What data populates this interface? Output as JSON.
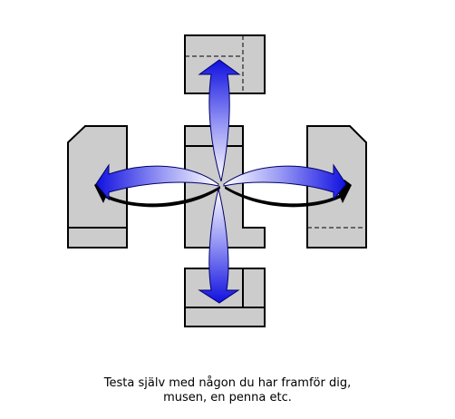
{
  "caption": {
    "line1": "Testa själv med någon du har framför dig,",
    "line2": "musen, en penna etc."
  },
  "colors": {
    "face_fill": "#cccccc",
    "outline": "#000000",
    "arrow_light": "#ffffff",
    "arrow_dark": "#1414e6",
    "arrow_shadow": "#000000"
  },
  "icons": [
    "front-view",
    "top-view",
    "bottom-view",
    "left-view",
    "right-view",
    "rotation-arrows"
  ]
}
